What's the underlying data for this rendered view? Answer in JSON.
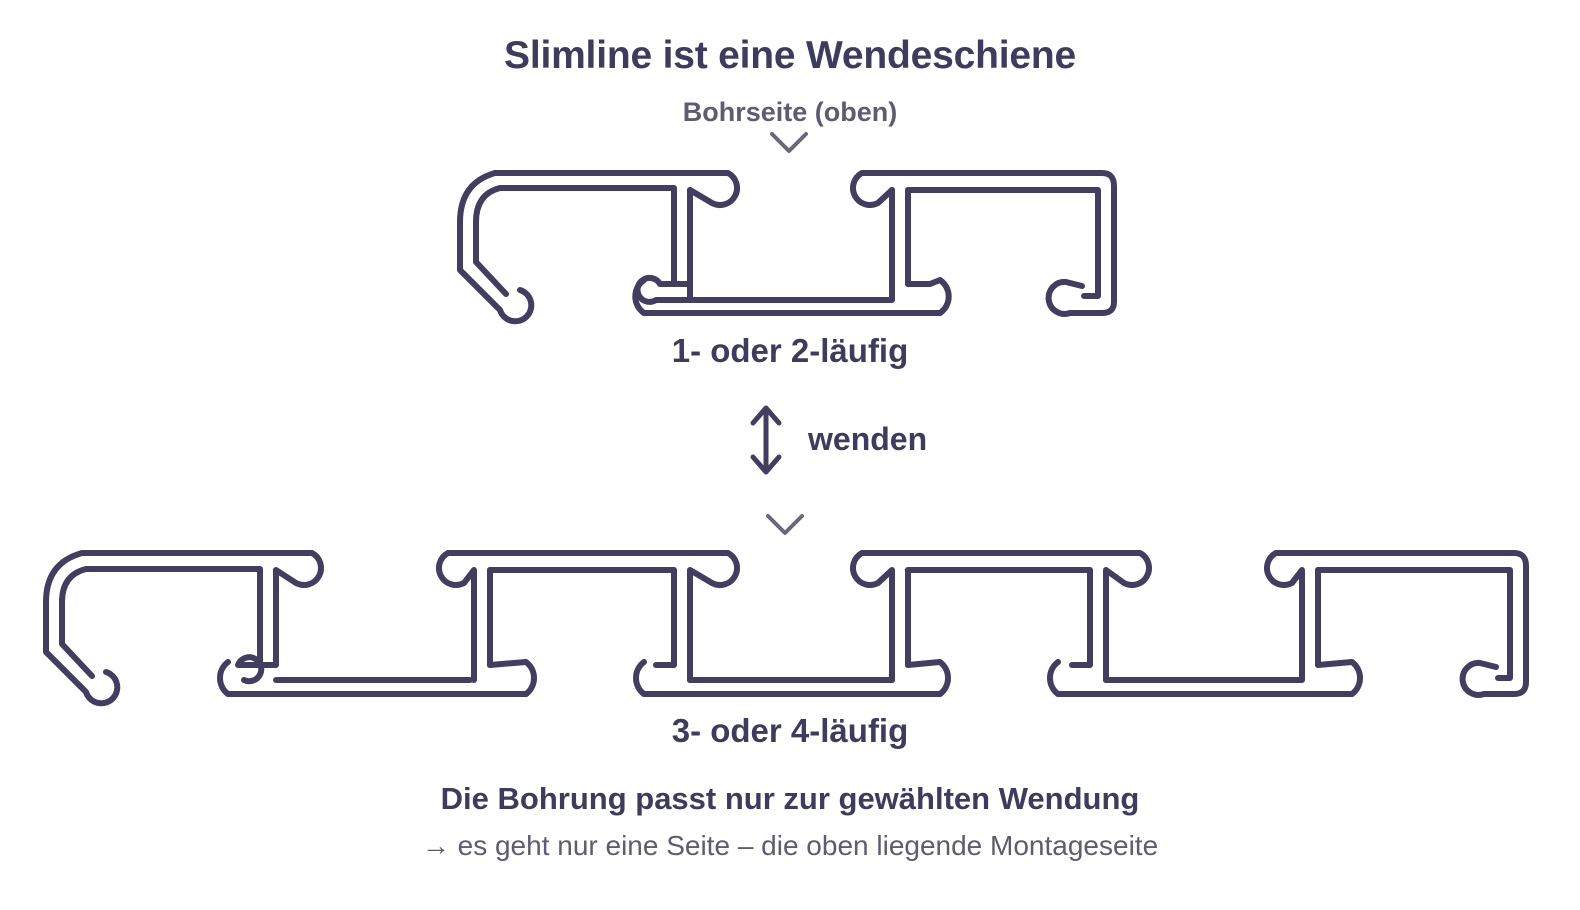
{
  "title": "Slimline ist eine Wendeschiene",
  "top_side_label": "Bohrseite (oben)",
  "label_top_profile": "1- oder 2-läufig",
  "flip_label": "wenden",
  "label_bottom_profile": "3- oder 4-läufig",
  "conclusion": "Die Bohrung passt nur zur gewählten Wendung",
  "conclusion_detail": "→ es geht nur eine Seite – die oben liegende Montageseite",
  "colors": {
    "outline": "#423e62",
    "heading": "#3d3b5e",
    "muted_text": "#5d5c70",
    "chevron": "#6a6878",
    "background": "#ffffff"
  },
  "icons": {
    "top_pointer": "chevron-down-icon",
    "flip": "double-arrow-vertical-icon",
    "bottom_pointer": "chevron-down-icon"
  }
}
